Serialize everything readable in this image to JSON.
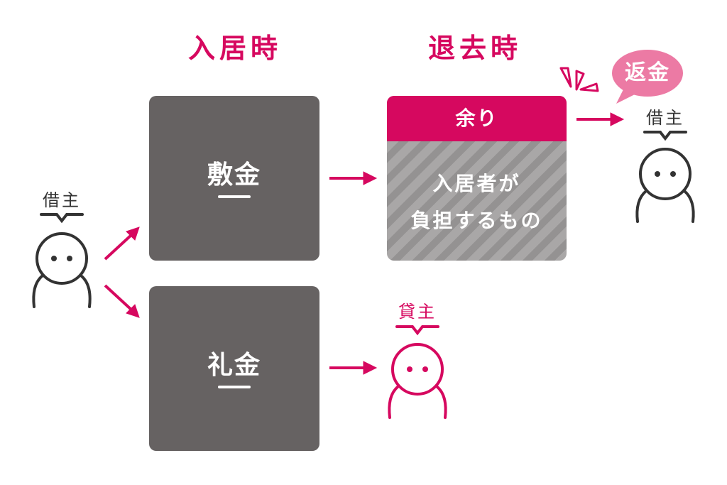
{
  "headings": {
    "move_in": "入居時",
    "move_out": "退去時"
  },
  "boxes": {
    "deposit": "敷金",
    "key_money": "礼金"
  },
  "result": {
    "header": "余り",
    "line1": "入居者が",
    "line2": "負担するもの"
  },
  "refund_bubble": "返金",
  "people": {
    "tenant_left": "借主",
    "tenant_right": "借主",
    "landlord": "貸主"
  },
  "colors": {
    "accent": "#d6085f",
    "bubble": "#ec7aa4",
    "box": "#666262",
    "person": "#333333"
  }
}
